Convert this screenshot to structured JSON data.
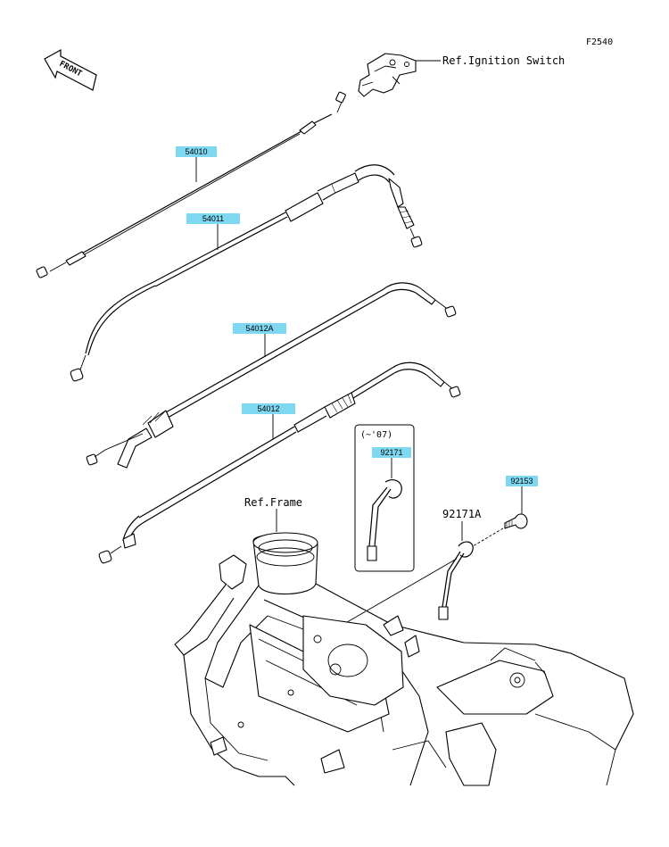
{
  "diagram_code": "F2540",
  "front_label": "FRONT",
  "ref_ignition_switch": "Ref.Ignition Switch",
  "ref_frame": "Ref.Frame",
  "part_92171A": "92171A",
  "variant_note": "(~'07)",
  "tags": {
    "p54010": "54010",
    "p54011": "54011",
    "p54012A": "54012A",
    "p54012": "54012",
    "p92171": "92171",
    "p92153": "92153"
  },
  "colors": {
    "tag_fill": "#7fd8f2",
    "line": "#000000",
    "background": "#ffffff"
  }
}
